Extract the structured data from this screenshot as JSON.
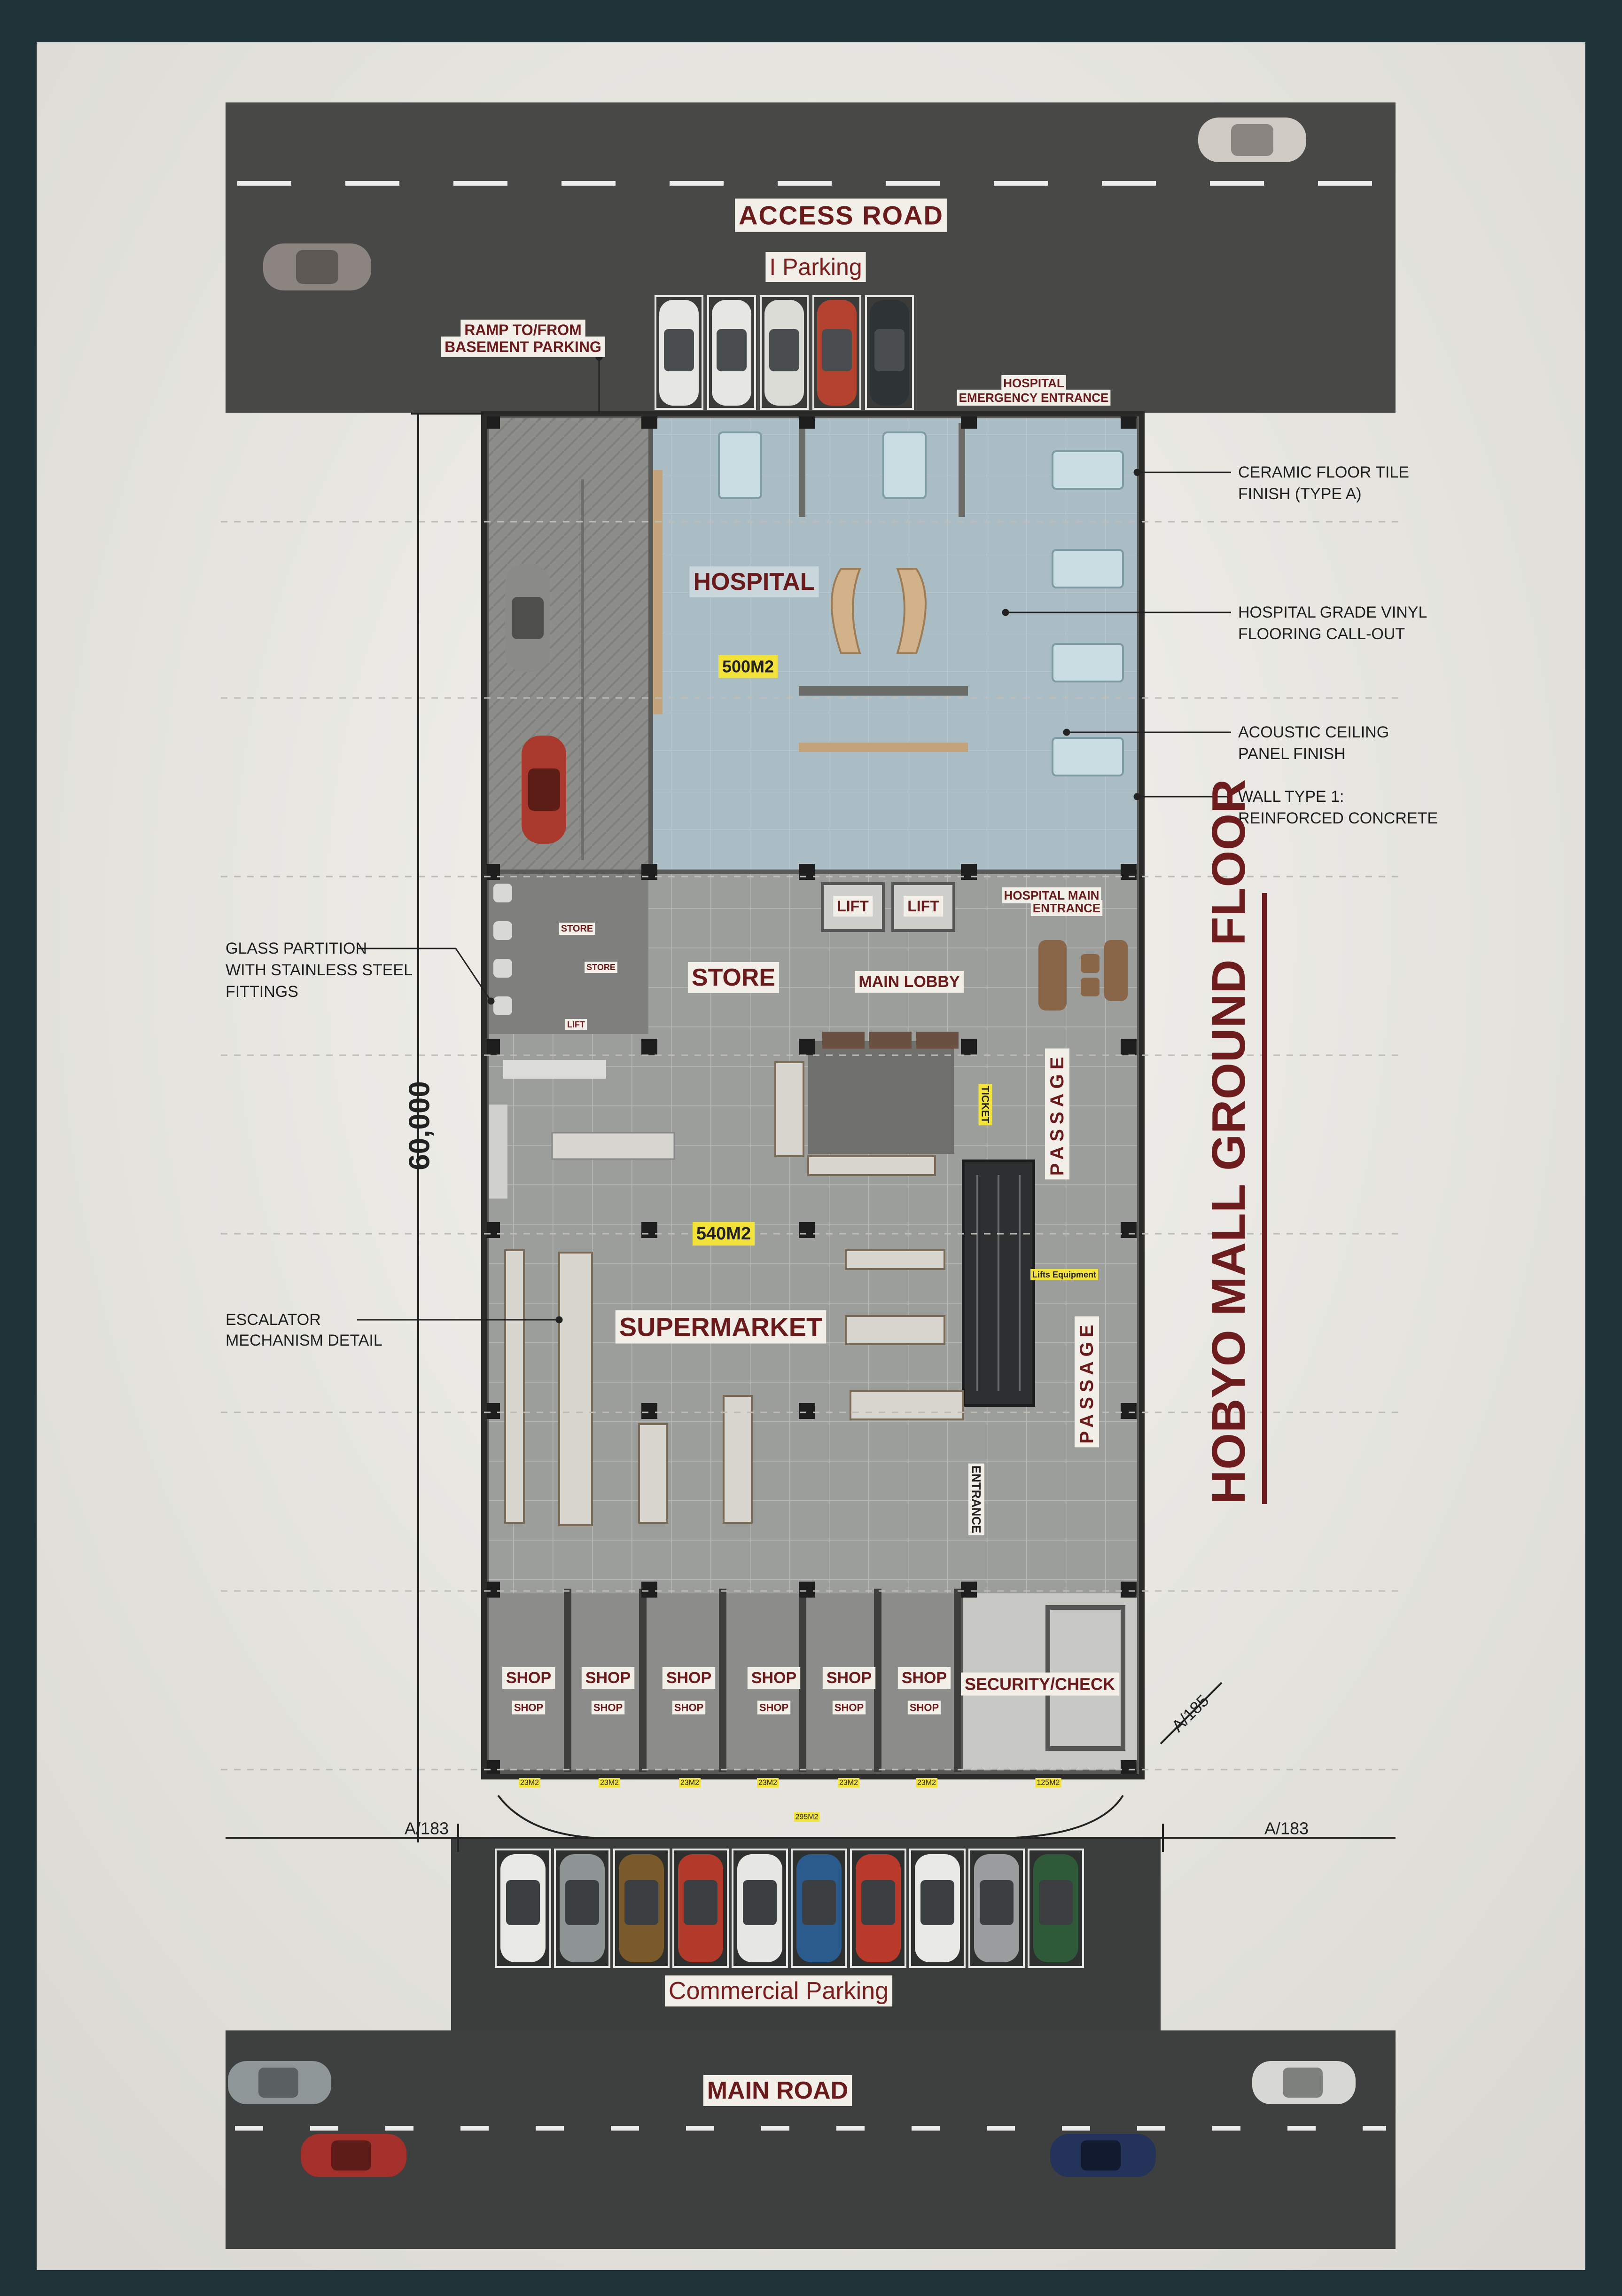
{
  "title": "HOBYO MALL GROUND FLOOR",
  "roads": {
    "access": "ACCESS  ROAD",
    "main": "MAIN ROAD"
  },
  "parking": {
    "top": "I Parking",
    "commercial": "Commercial Parking"
  },
  "rooms": {
    "hospital": "HOSPITAL",
    "hospital_area": "500M2",
    "store": "STORE",
    "store_small": "STORE",
    "store_sub_1": "STORE",
    "store_sub_2": "LIFT",
    "lift_1": "LIFT",
    "lift_2": "LIFT",
    "main_lobby": "MAIN LOBBY",
    "hospital_main_entrance_1": "HOSPITAL MAIN",
    "hospital_main_entrance_2": "ENTRANCE",
    "hospital_emergency_1": "HOSPITAL",
    "hospital_emergency_2": "EMERGENCY ENTRANCE",
    "supermarket": "SUPERMARKET",
    "supermarket_area": "540M2",
    "passage_upper": "PASSAGE",
    "passage_lower": "PASSAGE",
    "security": "SECURITY/CHECK",
    "vertical_note": "TICKET",
    "escalator_note": "Lifts Equipment",
    "vertical_sign": "ENTRANCE"
  },
  "shops": [
    {
      "label": "SHOP",
      "sub": "SHOP"
    },
    {
      "label": "SHOP",
      "sub": "SHOP"
    },
    {
      "label": "SHOP",
      "sub": "SHOP"
    },
    {
      "label": "SHOP",
      "sub": "SHOP"
    },
    {
      "label": "SHOP",
      "sub": "SHOP"
    },
    {
      "label": "SHOP",
      "sub": "SHOP"
    }
  ],
  "shop_dims": [
    "23M2",
    "23M2",
    "23M2",
    "23M2",
    "23M2",
    "23M2",
    "125M2"
  ],
  "total_dim": "295M2",
  "dimension": "60,000",
  "grid_refs": {
    "left": "A/183",
    "right": "A/183",
    "diag": "A/185"
  },
  "ramp_label_1": "RAMP TO/FROM",
  "ramp_label_2": "BASEMENT PARKING",
  "callouts_right": [
    {
      "line1": "CERAMIC FLOOR TILE",
      "line2": "FINISH (TYPE A)"
    },
    {
      "line1": "HOSPITAL GRADE VINYL",
      "line2": "FLOORING CALL-OUT"
    },
    {
      "line1": "ACOUSTIC CEILING",
      "line2": "PANEL FINISH"
    },
    {
      "line1": "WALL TYPE 1:",
      "line2": "REINFORCED CONCRETE"
    }
  ],
  "callouts_left": [
    {
      "line1": "GLASS PARTITION",
      "line2": "WITH STAINLESS STEEL",
      "line3": "FITTINGS"
    },
    {
      "line1": "ESCALATOR",
      "line2": "MECHANISM DETAIL"
    }
  ],
  "colors": {
    "road": "#4a4a48",
    "paper": "#ecebe6",
    "hospital_floor": "#a9bcc4",
    "tile_floor": "#9a9c9a",
    "ramp": "#8a8a86",
    "title": "#6d1d1d",
    "label_text": "#6a1a1a",
    "tag_yellow": "#f2e23a"
  },
  "car_colors_top": [
    "#e6e6e2",
    "#e6e6e2",
    "#dcdcd6",
    "#b3422e",
    "#2e3336"
  ],
  "car_colors_bottom": [
    "#e8e8e4",
    "#8e9394",
    "#7a5a2a",
    "#b13a2a",
    "#e6e6e2",
    "#2b5a8c",
    "#b9392a",
    "#e8e8e4",
    "#9a9d9d",
    "#2f5a3a"
  ]
}
